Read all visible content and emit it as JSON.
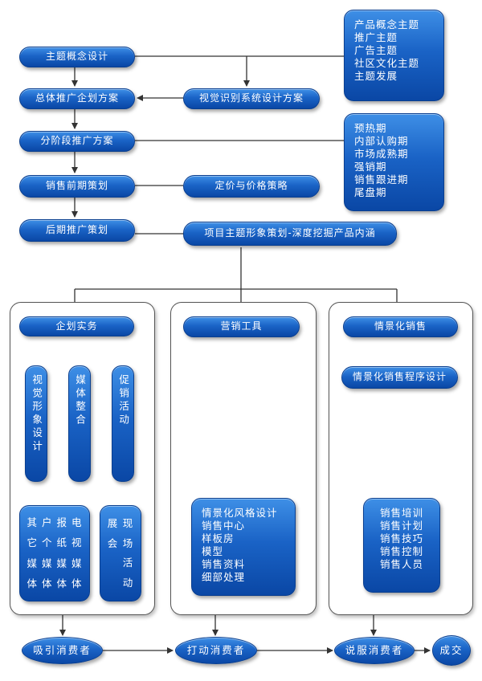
{
  "colors": {
    "box": "#1a63c6",
    "line": "#333333",
    "panel_border": "#555555"
  },
  "top_flow": [
    "主题概念设计",
    "总体推广企划方案",
    "分阶段推广方案",
    "销售前期策划",
    "后期推广策划"
  ],
  "mid_flow": [
    "视觉识别系统设计方案",
    "定价与价格策略",
    "项目主题形象策划-深度挖掘产品内涵"
  ],
  "concept_list": [
    "产品概念主题",
    "推广主题",
    "广告主题",
    "社区文化主题",
    "主题发展"
  ],
  "phase_list": [
    "预热期",
    "内部认购期",
    "市场成熟期",
    "强销期",
    "销售跟进期",
    "尾盘期"
  ],
  "panel1": {
    "title": "企划实务",
    "columns": [
      "视觉形象设计",
      "媒体整合",
      "促销活动"
    ],
    "media_grid": [
      "其",
      "户",
      "报",
      "电",
      "它",
      "个",
      "纸",
      "视",
      "媒",
      "媒",
      "媒",
      "媒",
      "体",
      "体",
      "体",
      "体"
    ],
    "event_grid": [
      "展",
      "现",
      "会",
      "场",
      "",
      "活",
      "",
      "动"
    ]
  },
  "panel2": {
    "title": "营销工具",
    "items": [
      "情景化风格设计",
      "销售中心",
      "样板房",
      "模型",
      "销售资料",
      "细部处理"
    ]
  },
  "panel3": {
    "title": "情景化销售",
    "program": "情景化销售程序设计",
    "items": [
      "销售培训",
      "销售计划",
      "销售技巧",
      "销售控制",
      "销售人员"
    ]
  },
  "bottom_flow": [
    "吸引消费者",
    "打动消费者",
    "说服消费者",
    "成交"
  ]
}
